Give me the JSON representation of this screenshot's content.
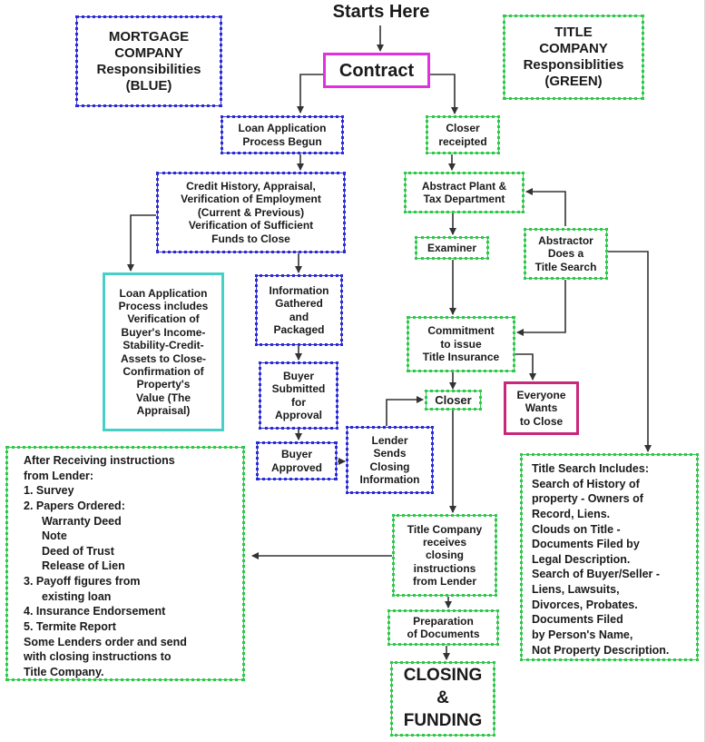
{
  "title": "Starts Here",
  "legend": {
    "mortgage": [
      "MORTGAGE",
      "COMPANY",
      "Responsibilities",
      "(BLUE)"
    ],
    "title": [
      "TITLE",
      "COMPANY",
      "Responsiblities",
      "(GREEN)"
    ]
  },
  "colors": {
    "mortgage_blue": "#2b2bd8",
    "title_green": "#2ec84a",
    "start_magenta": "#e030e0",
    "info_teal": "#48d0c8",
    "crimson": "#c8287a"
  },
  "nodes": {
    "contract": [
      "Contract"
    ],
    "loan_app_begun": [
      "Loan Application",
      "Process Begun"
    ],
    "credit_history": [
      "Credit History, Appraisal,",
      "Verification of Employment",
      "(Current & Previous)",
      "Verification of Sufficient",
      "Funds to Close"
    ],
    "loan_app_includes": [
      "Loan Application",
      "Process includes",
      "Verification of",
      "Buyer's Income-",
      "Stability-Credit-",
      "Assets to Close-",
      "Confirmation of",
      "Property's",
      "Value (The",
      "Appraisal)"
    ],
    "info_gathered": [
      "Information",
      "Gathered",
      "and",
      "Packaged"
    ],
    "buyer_submitted": [
      "Buyer",
      "Submitted",
      "for",
      "Approval"
    ],
    "buyer_approved": [
      "Buyer",
      "Approved"
    ],
    "lender_sends": [
      "Lender",
      "Sends",
      "Closing",
      "Information"
    ],
    "closer_receipted": [
      "Closer",
      "receipted"
    ],
    "abstract_plant": [
      "Abstract Plant &",
      "Tax Department"
    ],
    "examiner": [
      "Examiner"
    ],
    "abstractor": [
      "Abstractor",
      "Does a",
      "Title Search"
    ],
    "commitment": [
      "Commitment",
      "to issue",
      "Title Insurance"
    ],
    "everyone_wants": [
      "Everyone",
      "Wants",
      "to Close"
    ],
    "closer": [
      "Closer"
    ],
    "title_co_receives": [
      "Title Company",
      "receives",
      "closing",
      "instructions",
      "from Lender"
    ],
    "preparation": [
      "Preparation",
      "of Documents"
    ],
    "closing_funding": [
      "CLOSING",
      "&",
      "FUNDING"
    ]
  },
  "after_receiving": [
    {
      "text": "After Receiving instructions",
      "indent": false
    },
    {
      "text": "from Lender:",
      "indent": false
    },
    {
      "text": "1. Survey",
      "indent": false
    },
    {
      "text": "2. Papers Ordered:",
      "indent": false
    },
    {
      "text": "Warranty Deed",
      "indent": true
    },
    {
      "text": "Note",
      "indent": true
    },
    {
      "text": "Deed of Trust",
      "indent": true
    },
    {
      "text": "Release of Lien",
      "indent": true
    },
    {
      "text": "3. Payoff figures from",
      "indent": false
    },
    {
      "text": "existing loan",
      "indent": true
    },
    {
      "text": "4. Insurance Endorsement",
      "indent": false
    },
    {
      "text": "5. Termite Report",
      "indent": false
    },
    {
      "text": "Some Lenders order and send",
      "indent": false
    },
    {
      "text": "with closing instructions to",
      "indent": false
    },
    {
      "text": "Title Company.",
      "indent": false
    }
  ],
  "title_search_includes": [
    "Title Search Includes:",
    "Search of History of",
    "property - Owners of",
    "Record, Liens.",
    "Clouds on Title -",
    "Documents Filed by",
    "Legal Description.",
    "Search of Buyer/Seller -",
    "Liens, Lawsuits,",
    "Divorces, Probates.",
    "Documents Filed",
    "by Person's Name,",
    "Not Property Description."
  ]
}
